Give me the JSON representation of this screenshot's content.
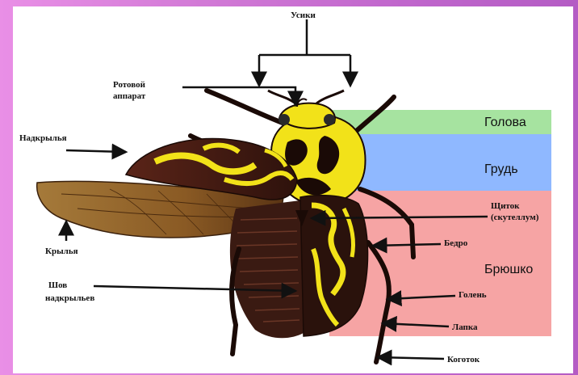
{
  "diagram": {
    "regions": {
      "head": "Голова",
      "thorax": "Грудь",
      "abdomen": "Брюшко"
    },
    "labels": {
      "antennae": "Усики",
      "mouthparts_line1": "Ротовой",
      "mouthparts_line2": "аппарат",
      "elytron": "Надкрылья",
      "wing": "Крылья",
      "elytron_seam_line1": "Шов",
      "elytron_seam_line2": "надкрыльев",
      "scutellum_line1": "Щиток",
      "scutellum_line2": "(скутеллум)",
      "femur": "Бедро",
      "tibia": "Голень",
      "tarsus": "Лапка",
      "claw": "Коготок"
    },
    "colors": {
      "head_band": "#a6e3a0",
      "thorax_band": "#8fb8ff",
      "abdomen_band": "#f6a4a4",
      "body_yellow": "#f2e219",
      "body_dark": "#3a1a12"
    }
  }
}
